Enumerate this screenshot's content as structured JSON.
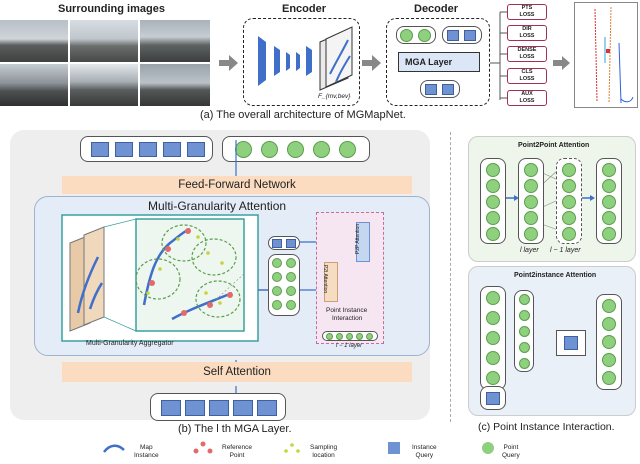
{
  "top": {
    "surrounding_label": "Surrounding images",
    "encoder_label": "Encoder",
    "decoder_label": "Decoder",
    "fmv_label": "F_{mv,bev}",
    "mga_layer_label": "MGA Layer",
    "caption": "(a) The overall architecture of MGMapNet.",
    "losses": [
      {
        "line1": "PTS",
        "line2": "LOSS"
      },
      {
        "line1": "DIR",
        "line2": "LOSS"
      },
      {
        "line1": "DENSE",
        "line2": "LOSS"
      },
      {
        "line1": "CLS",
        "line2": "LOSS"
      },
      {
        "line1": "AUX",
        "line2": "LOSS"
      }
    ]
  },
  "mga": {
    "ffn_label": "Feed-Forward Network",
    "mga_title": "Multi-Granularity Attention",
    "aggregator_label": "Multi-Granularity Aggregator",
    "p2i_label": "P2I Attention",
    "p2p_label": "P2P Attention",
    "pii_label_line1": "Point Instance",
    "pii_label_line2": "Interaction",
    "layer_label": "l − 1 layer",
    "self_attention_label": "Self Attention",
    "caption": "(b) The l th MGA Layer."
  },
  "pii": {
    "p2p_title": "Point2Point Attention",
    "p2i_title": "Point2instance Attention",
    "l_layer": "l layer",
    "l_minus_layer": "l − 1 layer",
    "caption": "(c) Point Instance Interaction."
  },
  "legend": {
    "items": [
      {
        "label_line1": "Map",
        "label_line2": "Instance"
      },
      {
        "label_line1": "Reference",
        "label_line2": "Point"
      },
      {
        "label_line1": "Sampling",
        "label_line2": "location"
      },
      {
        "label_line1": "Instance",
        "label_line2": "Query"
      },
      {
        "label_line1": "Point",
        "label_line2": "Query"
      }
    ]
  },
  "colors": {
    "instance_query": "#6f93d2",
    "point_query": "#8fd07f",
    "ffn_bar": "#fbdcc0",
    "loss_border": "#a0305a",
    "encoder_blue": "#3f6fc8"
  }
}
